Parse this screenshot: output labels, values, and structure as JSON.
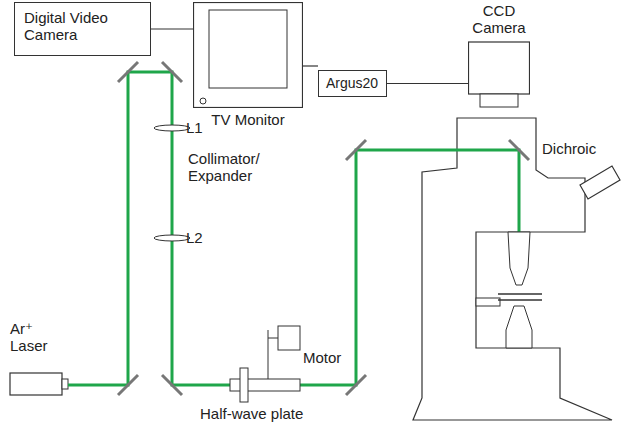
{
  "diagram": {
    "nodes": [
      {
        "text": [
          "Digital Video Camera"
        ]
      },
      {
        "text": [
          "TV Monitor"
        ]
      },
      {
        "text": [
          "Argus20"
        ]
      },
      {
        "text": [
          "CCD Camera"
        ]
      }
    ],
    "edges": [
      {
        "from": 0,
        "to": 1,
        "arrow": "none"
      },
      {
        "from": 1,
        "to": 2,
        "arrow": "none"
      },
      {
        "from": 2,
        "to": 3,
        "arrow": "none"
      }
    ],
    "labels": [
      "L1",
      "Collimator/ Expander",
      "L2",
      "Ar⁺ Laser",
      "Motor",
      "Half-wave plate",
      "Dichroic"
    ]
  }
}
